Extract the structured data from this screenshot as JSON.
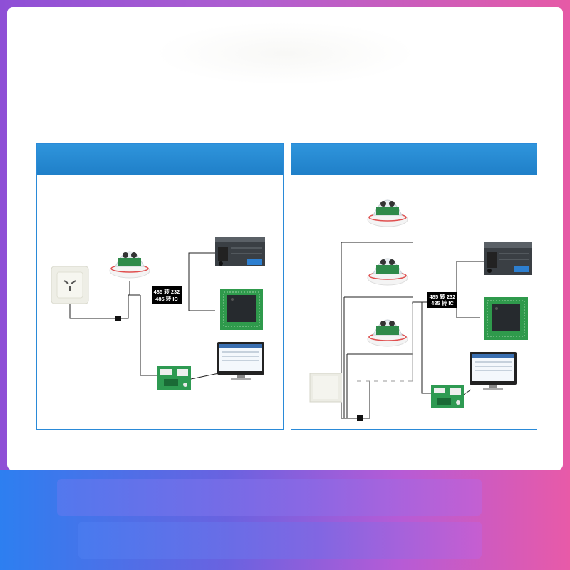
{
  "left_diagram": {
    "converter_label": {
      "line1": "485 转 232",
      "line2": "485 转 IC"
    }
  },
  "right_diagram": {
    "converter_label": {
      "line1": "485 转 232",
      "line2": "485 转 IC"
    }
  },
  "colors": {
    "panel_header": "#2287d0",
    "panel_border": "#2a8ad8",
    "background_left": "#8e4fd6",
    "background_right": "#e65aa6"
  }
}
